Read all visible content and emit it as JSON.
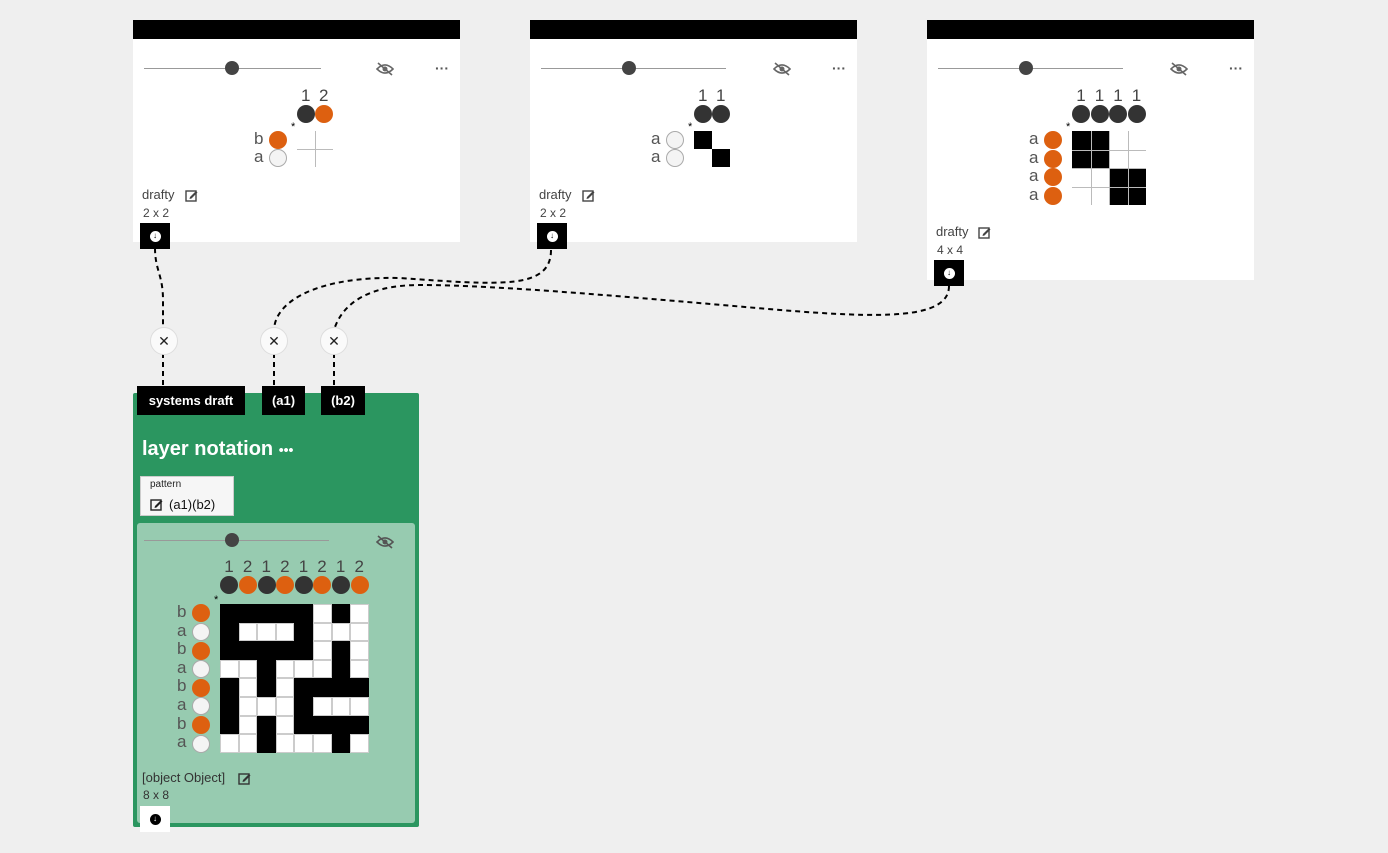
{
  "cards": [
    {
      "label": "drafty",
      "size": "2 x 2",
      "warp_numbers": [
        "1",
        "2"
      ],
      "warp_colors": [
        "dark",
        "orange"
      ],
      "weft_labels": [
        "b",
        "a"
      ],
      "weft_colors": [
        "orange",
        "white"
      ],
      "grid": [
        [
          0,
          0
        ],
        [
          0,
          0
        ]
      ]
    },
    {
      "label": "drafty",
      "size": "2 x 2",
      "warp_numbers": [
        "1",
        "1"
      ],
      "warp_colors": [
        "dark",
        "dark"
      ],
      "weft_labels": [
        "a",
        "a"
      ],
      "weft_colors": [
        "white",
        "white"
      ],
      "grid": [
        [
          1,
          0
        ],
        [
          0,
          1
        ]
      ]
    },
    {
      "label": "drafty",
      "size": "4 x 4",
      "warp_numbers": [
        "1",
        "1",
        "1",
        "1"
      ],
      "warp_colors": [
        "dark",
        "dark",
        "dark",
        "dark"
      ],
      "weft_labels": [
        "a",
        "a",
        "a",
        "a"
      ],
      "weft_colors": [
        "orange",
        "orange",
        "orange",
        "orange"
      ],
      "grid": [
        [
          1,
          1,
          0,
          0
        ],
        [
          1,
          1,
          0,
          0
        ],
        [
          0,
          0,
          1,
          1
        ],
        [
          0,
          0,
          1,
          1
        ]
      ]
    }
  ],
  "inlets": [
    {
      "label": "systems draft"
    },
    {
      "label": "(a1)"
    },
    {
      "label": "(b2)"
    }
  ],
  "operation": {
    "title": "layer notation",
    "more": "•••",
    "pattern_label": "pattern",
    "pattern_value": "(a1)(b2)"
  },
  "result": {
    "label": "[object Object]",
    "size": "8 x 8",
    "warp_numbers": [
      "1",
      "2",
      "1",
      "2",
      "1",
      "2",
      "1",
      "2"
    ],
    "warp_colors": [
      "dark",
      "orange",
      "dark",
      "orange",
      "dark",
      "orange",
      "dark",
      "orange"
    ],
    "weft_labels": [
      "b",
      "a",
      "b",
      "a",
      "b",
      "a",
      "b",
      "a"
    ],
    "weft_colors": [
      "orange",
      "white",
      "orange",
      "white",
      "orange",
      "white",
      "orange",
      "white"
    ],
    "grid": [
      [
        1,
        1,
        1,
        1,
        1,
        0,
        1,
        0
      ],
      [
        1,
        0,
        0,
        0,
        1,
        0,
        0,
        0
      ],
      [
        1,
        1,
        1,
        1,
        1,
        0,
        1,
        0
      ],
      [
        0,
        0,
        1,
        0,
        0,
        0,
        1,
        0
      ],
      [
        1,
        0,
        1,
        0,
        1,
        1,
        1,
        1
      ],
      [
        1,
        0,
        0,
        0,
        1,
        0,
        0,
        0
      ],
      [
        1,
        0,
        1,
        0,
        1,
        1,
        1,
        1
      ],
      [
        0,
        0,
        1,
        0,
        0,
        0,
        1,
        0
      ]
    ]
  },
  "icons": {
    "close": "close-icon",
    "download": "download-icon",
    "edit": "edit-icon",
    "eye_slash": "eye-slash-icon",
    "more": "more-icon"
  },
  "colors": {
    "background": "#efefef",
    "operation_green": "#2b9660",
    "result_green": "#97cbb0",
    "orange": "#dd6010",
    "dark": "#333333"
  }
}
